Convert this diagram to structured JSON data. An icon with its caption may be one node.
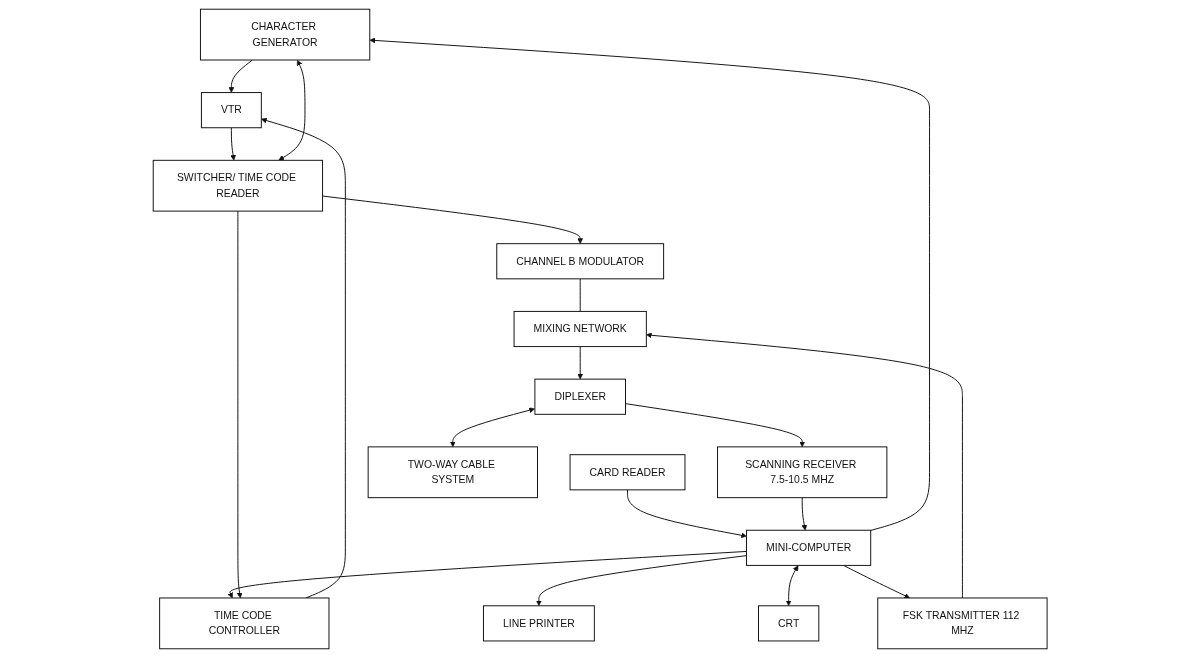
{
  "diagram": {
    "nodes": [
      {
        "text": [
          "CHARACTER GENERATOR"
        ]
      },
      {
        "text": [
          "TIME CODE CONTROLLER"
        ]
      },
      {
        "text": [
          "MINI-COMPUTER"
        ]
      },
      {
        "text": [
          "LINE PRINTER"
        ]
      },
      {
        "text": [
          "VTR"
        ]
      },
      {
        "text": [
          "CRT"
        ]
      },
      {
        "text": [
          "SWITCHER/ TIME CODE READER"
        ]
      },
      {
        "text": [
          "FSK TRANSMITTER 112 MHZ"
        ]
      },
      {
        "text": [
          "CARD READER"
        ]
      },
      {
        "text": [
          "CHANNEL B MODULATOR"
        ]
      },
      {
        "text": [
          "MIXING NETWORK"
        ]
      },
      {
        "text": [
          "SCANNING RECEIVER 7.5-10.5 MHZ"
        ]
      },
      {
        "text": [
          "DIPLEXER"
        ]
      },
      {
        "text": [
          "TWO-WAY CABLE SYSTEM"
        ]
      }
    ],
    "edges": [
      {
        "from": 2,
        "to": 0,
        "arrow": "to"
      },
      {
        "from": 2,
        "to": 1,
        "arrow": "to"
      },
      {
        "from": 2,
        "to": 3,
        "arrow": "to"
      },
      {
        "from": 2,
        "to": 5,
        "arrow": "both"
      },
      {
        "from": 8,
        "to": 2,
        "arrow": "to"
      },
      {
        "from": 2,
        "to": 7,
        "arrow": "to"
      },
      {
        "from": 11,
        "to": 2,
        "arrow": "to"
      },
      {
        "from": 0,
        "to": 4,
        "arrow": "to"
      },
      {
        "from": 1,
        "to": 4,
        "arrow": "to"
      },
      {
        "from": 4,
        "to": 6,
        "arrow": "to"
      },
      {
        "from": 6,
        "to": 1,
        "arrow": "to"
      },
      {
        "from": 0,
        "to": 6,
        "arrow": "both"
      },
      {
        "from": 6,
        "to": 9,
        "arrow": "to"
      },
      {
        "from": 9,
        "to": 10,
        "arrow": "none"
      },
      {
        "from": 7,
        "to": 10,
        "arrow": "to"
      },
      {
        "from": 10,
        "to": 12,
        "arrow": "to"
      },
      {
        "from": 12,
        "to": 11,
        "arrow": "to"
      },
      {
        "from": 12,
        "to": 13,
        "arrow": "both"
      }
    ]
  }
}
